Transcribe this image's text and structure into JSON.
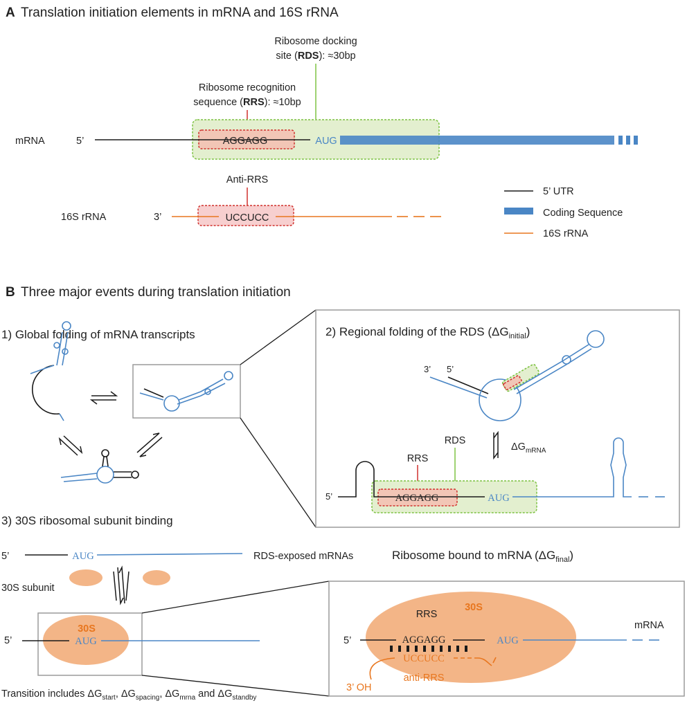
{
  "panel_a": {
    "letter": "A",
    "title": "Translation initiation elements in mRNA and 16S rRNA",
    "rds_label_1": "Ribosome docking",
    "rds_label_2_pre": "site (",
    "rds_label_2_bold": "RDS",
    "rds_label_2_post": "): ≈30bp",
    "rrs_label_1": "Ribosome recognition",
    "rrs_label_2_pre": "sequence (",
    "rrs_label_2_bold": "RRS",
    "rrs_label_2_post": "): ≈10bp",
    "mrna_label": "mRNA",
    "five_prime": "5’",
    "rrs_seq": "AGGAGG",
    "aug": "AUG",
    "anti_rrs_label": "Anti-RRS",
    "rrna_label": "16S rRNA",
    "three_prime": "3’",
    "anti_rrs_seq": "UCCUCC",
    "legend": {
      "utr": "5’ UTR",
      "cds": "Coding Sequence",
      "rrna": "16S rRNA"
    }
  },
  "panel_b": {
    "letter": "B",
    "title": "Three major events during translation initiation",
    "step1": "1) Global folding of mRNA transcripts",
    "step2_pre": "2) Regional folding of the RDS (ΔG",
    "step2_sub": "initial",
    "step2_post": ")",
    "three_prime": "3’",
    "five_prime": "5’",
    "rrs": "RRS",
    "rds": "RDS",
    "dg_mrna_pre": "ΔG",
    "dg_mrna_sub": "mRNA",
    "rrs_seq": "AGGAGG",
    "aug": "AUG",
    "step3": "3) 30S ribosomal subunit binding",
    "rds_exposed": "RDS-exposed mRNAs",
    "subunit_30s_label": "30S subunit",
    "label_30s": "30S",
    "bound_title_pre": "Ribosome bound to mRNA (ΔG",
    "bound_title_sub": "final",
    "bound_title_post": ")",
    "mrna": "mRNA",
    "anti_rrs_seq": "UCCUCC",
    "anti_rrs": "anti-RRS",
    "three_oh": "3’ OH",
    "transition_text": "Transition includes ΔG",
    "sub_start": "start",
    "sep1": ", ΔG",
    "sub_spacing": "spacing",
    "sep2": ", ΔG",
    "sub_mrna": "mrna",
    "sep3": " and ΔG",
    "sub_standby": "standby"
  },
  "colors": {
    "utr_line": "#1a1a1a",
    "coding_blue": "#4a86c5",
    "rrna_orange": "#e8761e",
    "rrs_red": "#d0312d",
    "rds_green": "#7dc242",
    "rds_fill": "#e3efcf",
    "rrs_fill": "#f2c6b6",
    "ribosome_fill": "#f3b587",
    "box_gray": "#9a9a9a"
  }
}
